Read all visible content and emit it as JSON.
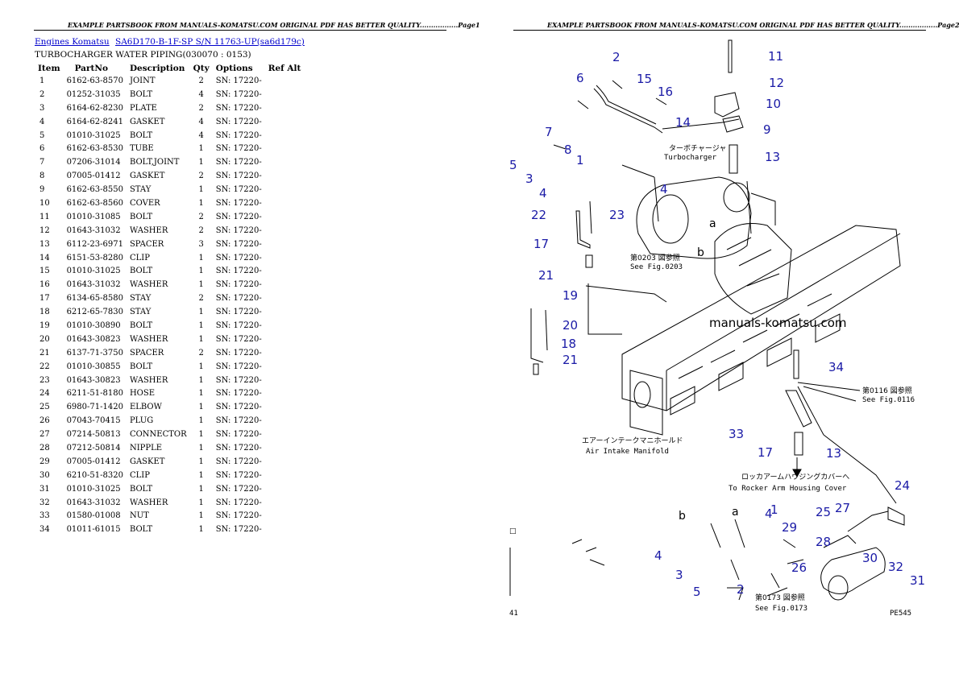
{
  "header_text": "EXAMPLE PARTSBOOK FROM MANUALS-KOMATSU.COM ORIGINAL PDF HAS BETTER QUALITY.................Page",
  "page1": {
    "header_page": "1",
    "breadcrumb": [
      "Engines Komatsu",
      "SA6D170-B-1F-SP S/N 11763-UP(sa6d179c)"
    ],
    "subtitle": "TURBOCHARGER WATER PIPING(030070 : 0153)",
    "columns": [
      "Item",
      "PartNo",
      "Description",
      "Qty",
      "Options",
      "Ref Alt"
    ],
    "rows": [
      [
        "1",
        "6162-63-8570",
        "JOINT",
        "2",
        "SN: 17220-",
        ""
      ],
      [
        "2",
        "01252-31035",
        "BOLT",
        "4",
        "SN: 17220-",
        ""
      ],
      [
        "3",
        "6164-62-8230",
        "PLATE",
        "2",
        "SN: 17220-",
        ""
      ],
      [
        "4",
        "6164-62-8241",
        "GASKET",
        "4",
        "SN: 17220-",
        ""
      ],
      [
        "5",
        "01010-31025",
        "BOLT",
        "4",
        "SN: 17220-",
        ""
      ],
      [
        "6",
        "6162-63-8530",
        "TUBE",
        "1",
        "SN: 17220-",
        ""
      ],
      [
        "7",
        "07206-31014",
        "BOLT,JOINT",
        "1",
        "SN: 17220-",
        ""
      ],
      [
        "8",
        "07005-01412",
        "GASKET",
        "2",
        "SN: 17220-",
        ""
      ],
      [
        "9",
        "6162-63-8550",
        "STAY",
        "1",
        "SN: 17220-",
        ""
      ],
      [
        "10",
        "6162-63-8560",
        "COVER",
        "1",
        "SN: 17220-",
        ""
      ],
      [
        "11",
        "01010-31085",
        "BOLT",
        "2",
        "SN: 17220-",
        ""
      ],
      [
        "12",
        "01643-31032",
        "WASHER",
        "2",
        "SN: 17220-",
        ""
      ],
      [
        "13",
        "6112-23-6971",
        "SPACER",
        "3",
        "SN: 17220-",
        ""
      ],
      [
        "14",
        "6151-53-8280",
        "CLIP",
        "1",
        "SN: 17220-",
        ""
      ],
      [
        "15",
        "01010-31025",
        "BOLT",
        "1",
        "SN: 17220-",
        ""
      ],
      [
        "16",
        "01643-31032",
        "WASHER",
        "1",
        "SN: 17220-",
        ""
      ],
      [
        "17",
        "6134-65-8580",
        "STAY",
        "2",
        "SN: 17220-",
        ""
      ],
      [
        "18",
        "6212-65-7830",
        "STAY",
        "1",
        "SN: 17220-",
        ""
      ],
      [
        "19",
        "01010-30890",
        "BOLT",
        "1",
        "SN: 17220-",
        ""
      ],
      [
        "20",
        "01643-30823",
        "WASHER",
        "1",
        "SN: 17220-",
        ""
      ],
      [
        "21",
        "6137-71-3750",
        "SPACER",
        "2",
        "SN: 17220-",
        ""
      ],
      [
        "22",
        "01010-30855",
        "BOLT",
        "1",
        "SN: 17220-",
        ""
      ],
      [
        "23",
        "01643-30823",
        "WASHER",
        "1",
        "SN: 17220-",
        ""
      ],
      [
        "24",
        "6211-51-8180",
        "HOSE",
        "1",
        "SN: 17220-",
        ""
      ],
      [
        "25",
        "6980-71-1420",
        "ELBOW",
        "1",
        "SN: 17220-",
        ""
      ],
      [
        "26",
        "07043-70415",
        "PLUG",
        "1",
        "SN: 17220-",
        ""
      ],
      [
        "27",
        "07214-50813",
        "CONNECTOR",
        "1",
        "SN: 17220-",
        ""
      ],
      [
        "28",
        "07212-50814",
        "NIPPLE",
        "1",
        "SN: 17220-",
        ""
      ],
      [
        "29",
        "07005-01412",
        "GASKET",
        "1",
        "SN: 17220-",
        ""
      ],
      [
        "30",
        "6210-51-8320",
        "CLIP",
        "1",
        "SN: 17220-",
        ""
      ],
      [
        "31",
        "01010-31025",
        "BOLT",
        "1",
        "SN: 17220-",
        ""
      ],
      [
        "32",
        "01643-31032",
        "WASHER",
        "1",
        "SN: 17220-",
        ""
      ],
      [
        "33",
        "01580-01008",
        "NUT",
        "1",
        "SN: 17220-",
        ""
      ],
      [
        "34",
        "01011-61015",
        "BOLT",
        "1",
        "SN: 17220-",
        ""
      ]
    ]
  },
  "page2": {
    "header_page": "2",
    "diagram": {
      "watermark": "manuals-komatsu.com",
      "labels": {
        "turbo_jp": "ターボチャージャ",
        "turbo_en": "Turbocharger",
        "fig0203_jp": "第0203 図参照",
        "fig0203_en": "See Fig.0203",
        "fig0116_jp": "第0116 図参照",
        "fig0116_en": "See Fig.0116",
        "manifold_jp": "エアーインテークマニホールド",
        "manifold_en": "Air Intake Manifold",
        "rocker_jp": "ロッカアームハウジングカバーへ",
        "rocker_en": "To Rocker Arm Housing Cover",
        "fig0173_jp": "第0173 図参照",
        "fig0173_en": "See Fig.0173",
        "code": "PE545",
        "corner": "41"
      },
      "callouts": [
        "11",
        "2",
        "6",
        "15",
        "16",
        "12",
        "10",
        "14",
        "9",
        "7",
        "8",
        "1",
        "5",
        "3",
        "4",
        "4",
        "13",
        "22",
        "23",
        "17",
        "21",
        "19",
        "20",
        "18",
        "21",
        "a",
        "b",
        "34",
        "33",
        "17",
        "13",
        "24",
        "b",
        "a",
        "4",
        "1",
        "29",
        "25",
        "27",
        "28",
        "26",
        "4",
        "3",
        "5",
        "2",
        "30",
        "32",
        "31"
      ]
    }
  },
  "colors": {
    "callout": "#1a1aa6",
    "link": "#0000cc"
  },
  "icons": {
    "corner_mark": "square-glyph-icon"
  }
}
